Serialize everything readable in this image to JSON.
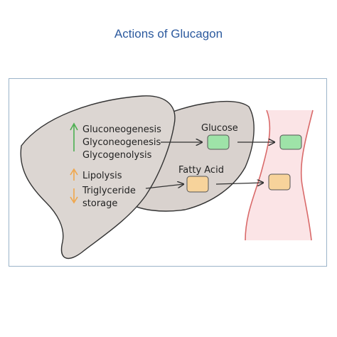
{
  "title": "Actions of Glucagon",
  "colors": {
    "title": "#2c5a9e",
    "frame": "#9bb4c9",
    "liver_fill": "#dcd6d2",
    "vessel_fill": "#fbe4e6",
    "vessel_stroke": "#d96a6a",
    "glucose_box": "#9ee3a8",
    "fatty_acid_box": "#f7d39b",
    "up_arrow_green": "#4caf50",
    "orange_arrow": "#f0a64a"
  },
  "liver_processes": {
    "group1": [
      "Gluconeogenesis",
      "Glyconeogenesis",
      "Glycogenolysis"
    ],
    "group1_indicator": "up-arrow",
    "group2_item1": "Lipolysis",
    "group2_item1_indicator": "up-arrow",
    "group2_item2_lines": [
      "Triglyceride",
      "storage"
    ],
    "group2_item2_indicator": "down-arrow"
  },
  "products": {
    "glucose_label": "Glucose",
    "fatty_acid_label": "Fatty Acid"
  }
}
